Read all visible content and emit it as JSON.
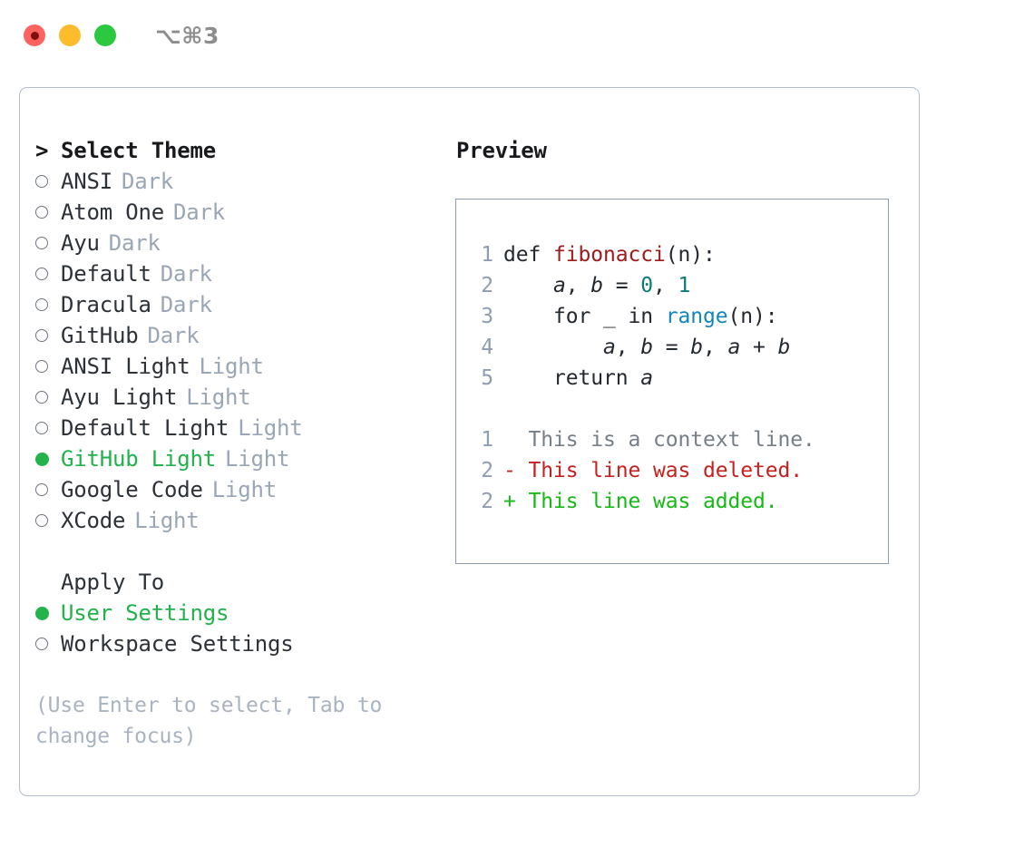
{
  "window": {
    "shortcut": "⌥⌘3",
    "traffic_lights": [
      {
        "name": "close",
        "color": "#fc6360"
      },
      {
        "name": "minimize",
        "color": "#fdbc2e"
      },
      {
        "name": "zoom",
        "color": "#2bc840"
      }
    ]
  },
  "theme_selector": {
    "prompt": ">",
    "heading": "Select Theme",
    "options": [
      {
        "name": "ANSI",
        "tag": "Dark",
        "selected": false
      },
      {
        "name": "Atom One",
        "tag": "Dark",
        "selected": false
      },
      {
        "name": "Ayu",
        "tag": "Dark",
        "selected": false
      },
      {
        "name": "Default",
        "tag": "Dark",
        "selected": false
      },
      {
        "name": "Dracula",
        "tag": "Dark",
        "selected": false
      },
      {
        "name": "GitHub",
        "tag": "Dark",
        "selected": false
      },
      {
        "name": "ANSI Light",
        "tag": "Light",
        "selected": false
      },
      {
        "name": "Ayu Light",
        "tag": "Light",
        "selected": false
      },
      {
        "name": "Default Light",
        "tag": "Light",
        "selected": false
      },
      {
        "name": "GitHub Light",
        "tag": "Light",
        "selected": true
      },
      {
        "name": "Google Code",
        "tag": "Light",
        "selected": false
      },
      {
        "name": "XCode",
        "tag": "Light",
        "selected": false
      }
    ]
  },
  "apply_to": {
    "label": "Apply To",
    "options": [
      {
        "name": "User Settings",
        "selected": true
      },
      {
        "name": "Workspace Settings",
        "selected": false
      }
    ]
  },
  "hint": "(Use Enter to select, Tab to change focus)",
  "preview": {
    "title": "Preview",
    "code_lines": [
      {
        "lineno": "1",
        "tokens": [
          {
            "text": "def ",
            "type": "kw"
          },
          {
            "text": "fibonacci",
            "type": "fn"
          },
          {
            "text": "(n):",
            "type": "plain"
          }
        ]
      },
      {
        "lineno": "2",
        "tokens": [
          {
            "text": "    ",
            "type": "plain"
          },
          {
            "text": "a",
            "type": "var"
          },
          {
            "text": ", ",
            "type": "plain"
          },
          {
            "text": "b",
            "type": "var"
          },
          {
            "text": " = ",
            "type": "plain"
          },
          {
            "text": "0",
            "type": "num"
          },
          {
            "text": ", ",
            "type": "plain"
          },
          {
            "text": "1",
            "type": "num"
          }
        ]
      },
      {
        "lineno": "3",
        "tokens": [
          {
            "text": "    for _ in ",
            "type": "plain"
          },
          {
            "text": "range",
            "type": "call"
          },
          {
            "text": "(n):",
            "type": "plain"
          }
        ]
      },
      {
        "lineno": "4",
        "tokens": [
          {
            "text": "        ",
            "type": "plain"
          },
          {
            "text": "a",
            "type": "var"
          },
          {
            "text": ", ",
            "type": "plain"
          },
          {
            "text": "b",
            "type": "var"
          },
          {
            "text": " = ",
            "type": "plain"
          },
          {
            "text": "b",
            "type": "var"
          },
          {
            "text": ", ",
            "type": "plain"
          },
          {
            "text": "a",
            "type": "var"
          },
          {
            "text": " + ",
            "type": "plain"
          },
          {
            "text": "b",
            "type": "var"
          }
        ]
      },
      {
        "lineno": "5",
        "tokens": [
          {
            "text": "    return ",
            "type": "plain"
          },
          {
            "text": "a",
            "type": "var"
          }
        ]
      }
    ],
    "diff_lines": [
      {
        "lineno": "1",
        "marker": " ",
        "kind": "ctx",
        "text": "This is a context line."
      },
      {
        "lineno": "2",
        "marker": "-",
        "kind": "del",
        "text": "This line was deleted."
      },
      {
        "lineno": "2",
        "marker": "+",
        "kind": "add",
        "text": "This line was added."
      }
    ]
  },
  "colors": {
    "selected_green": "#22b24c",
    "tag_gray": "#9aa6b6",
    "panel_border": "#b3bdcc",
    "preview_border": "#8d9cb0",
    "lineno": "#8e9db2",
    "fn_red": "#a01b1b",
    "num_teal": "#0c7b78",
    "call_blue": "#1186bd",
    "diff_del": "#c62020",
    "diff_add": "#16b915",
    "diff_ctx": "#767e88",
    "hint_gray": "#a9b3c1"
  }
}
